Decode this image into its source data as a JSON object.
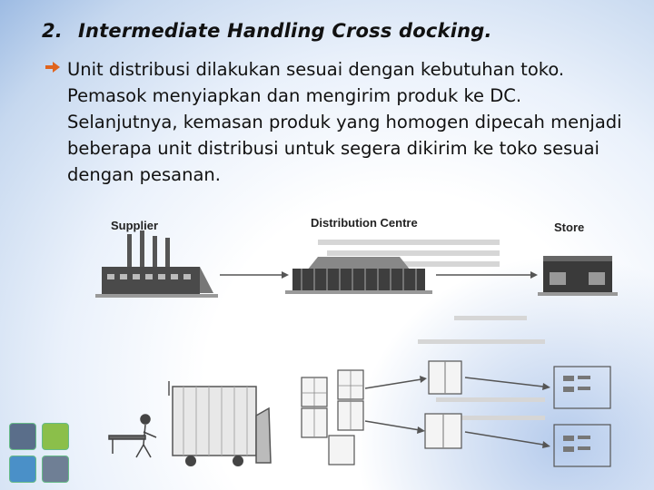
{
  "slide": {
    "heading_number": "2.",
    "heading_text": "Intermediate Handling Cross docking",
    "heading_punct": ".",
    "bullet_text": "Unit distribusi dilakukan sesuai dengan kebutuhan toko. Pemasok menyiapkan dan mengirim produk ke DC. Selanjutnya, kemasan produk yang homogen dipecah menjadi beberapa unit distribusi untuk segera dikirim ke toko sesuai dengan pesanan."
  },
  "diagram": {
    "labels": {
      "supplier": "Supplier",
      "distribution_centre": "Distribution Centre",
      "store": "Store"
    }
  },
  "colors": {
    "heading_bullet": "#e0641e",
    "tile_green": "#8bbf4a",
    "tile_blue": "#4a90c8",
    "background_accent": "#9dbbe3"
  }
}
